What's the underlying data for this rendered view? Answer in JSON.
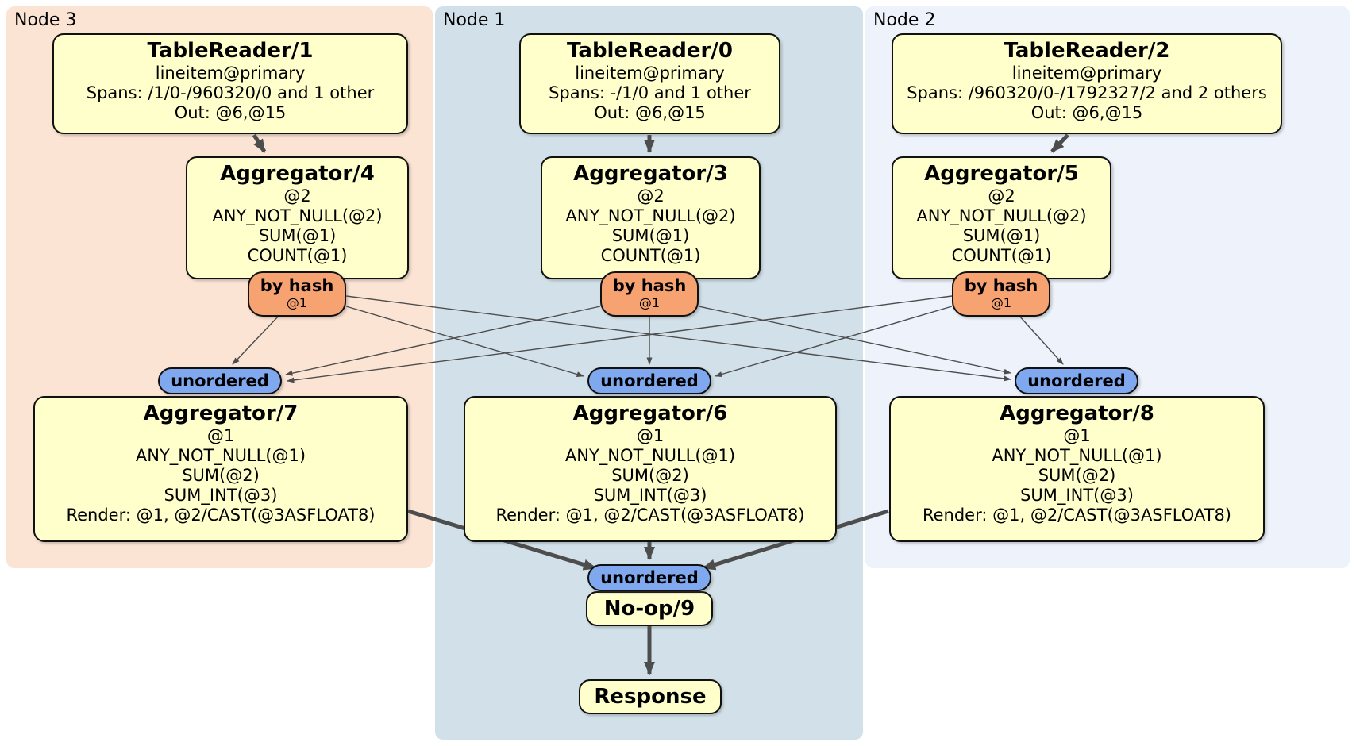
{
  "regions": {
    "node3": {
      "label": "Node 3"
    },
    "node1": {
      "label": "Node 1"
    },
    "node2": {
      "label": "Node 2"
    }
  },
  "processors": {
    "tr1": {
      "title": "TableReader/1",
      "lines": [
        "lineitem@primary",
        "Spans: /1/0-/960320/0 and 1 other",
        "Out: @6,@15"
      ]
    },
    "tr0": {
      "title": "TableReader/0",
      "lines": [
        "lineitem@primary",
        "Spans: -/1/0 and 1 other",
        "Out: @6,@15"
      ]
    },
    "tr2": {
      "title": "TableReader/2",
      "lines": [
        "lineitem@primary",
        "Spans: /960320/0-/1792327/2 and 2 others",
        "Out: @6,@15"
      ]
    },
    "agg4": {
      "title": "Aggregator/4",
      "lines": [
        "@2",
        "ANY_NOT_NULL(@2)",
        "SUM(@1)",
        "COUNT(@1)"
      ]
    },
    "agg3": {
      "title": "Aggregator/3",
      "lines": [
        "@2",
        "ANY_NOT_NULL(@2)",
        "SUM(@1)",
        "COUNT(@1)"
      ]
    },
    "agg5": {
      "title": "Aggregator/5",
      "lines": [
        "@2",
        "ANY_NOT_NULL(@2)",
        "SUM(@1)",
        "COUNT(@1)"
      ]
    },
    "agg7": {
      "title": "Aggregator/7",
      "lines": [
        "@1",
        "ANY_NOT_NULL(@1)",
        "SUM(@2)",
        "SUM_INT(@3)",
        "Render: @1, @2/CAST(@3ASFLOAT8)"
      ]
    },
    "agg6": {
      "title": "Aggregator/6",
      "lines": [
        "@1",
        "ANY_NOT_NULL(@1)",
        "SUM(@2)",
        "SUM_INT(@3)",
        "Render: @1, @2/CAST(@3ASFLOAT8)"
      ]
    },
    "agg8": {
      "title": "Aggregator/8",
      "lines": [
        "@1",
        "ANY_NOT_NULL(@1)",
        "SUM(@2)",
        "SUM_INT(@3)",
        "Render: @1, @2/CAST(@3ASFLOAT8)"
      ]
    },
    "noop": {
      "title": "No-op/9"
    },
    "response": {
      "title": "Response"
    }
  },
  "routers": {
    "byhash3": {
      "label": "by hash",
      "detail": "@1"
    },
    "byhash1": {
      "label": "by hash",
      "detail": "@1"
    },
    "byhash2": {
      "label": "by hash",
      "detail": "@1"
    }
  },
  "streams": {
    "unordered3": {
      "label": "unordered"
    },
    "unordered1": {
      "label": "unordered"
    },
    "unordered2": {
      "label": "unordered"
    },
    "unordered_final": {
      "label": "unordered"
    }
  },
  "edges": [
    {
      "from": "tr1",
      "to": "agg4"
    },
    {
      "from": "tr0",
      "to": "agg3"
    },
    {
      "from": "tr2",
      "to": "agg5"
    },
    {
      "from": "byhash3",
      "to": "unordered3"
    },
    {
      "from": "byhash3",
      "to": "unordered1"
    },
    {
      "from": "byhash3",
      "to": "unordered2"
    },
    {
      "from": "byhash1",
      "to": "unordered3"
    },
    {
      "from": "byhash1",
      "to": "unordered1"
    },
    {
      "from": "byhash1",
      "to": "unordered2"
    },
    {
      "from": "byhash2",
      "to": "unordered3"
    },
    {
      "from": "byhash2",
      "to": "unordered1"
    },
    {
      "from": "byhash2",
      "to": "unordered2"
    },
    {
      "from": "agg7",
      "to": "unordered_final"
    },
    {
      "from": "agg6",
      "to": "unordered_final"
    },
    {
      "from": "agg8",
      "to": "unordered_final"
    },
    {
      "from": "noop",
      "to": "response"
    }
  ],
  "colors": {
    "box_fill": "#ffffcc",
    "router_fill": "#f7a271",
    "stream_fill": "#7fa8ef",
    "node3_bg": "#fce4d4",
    "node1_bg": "#d2e1e9",
    "node2_bg": "#edf2fb",
    "edge": "#4d4d4d"
  }
}
